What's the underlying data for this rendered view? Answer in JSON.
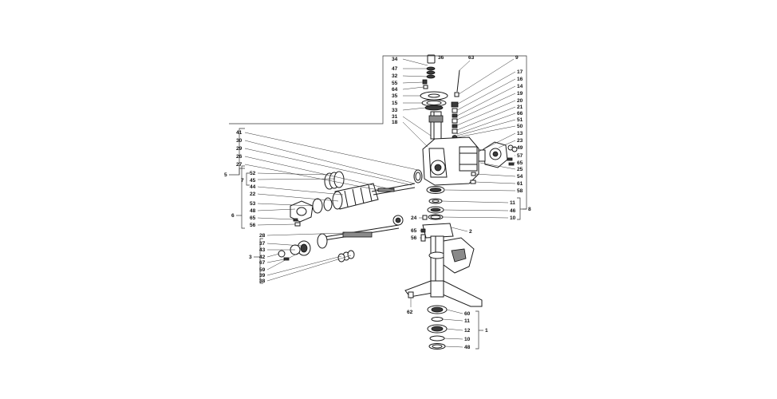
{
  "callouts": [
    {
      "id": "34",
      "text": "34"
    },
    {
      "id": "36",
      "text": "36"
    },
    {
      "id": "63",
      "text": "63"
    },
    {
      "id": "9",
      "text": "9"
    },
    {
      "id": "47",
      "text": "47"
    },
    {
      "id": "32",
      "text": "32"
    },
    {
      "id": "55",
      "text": "55"
    },
    {
      "id": "64",
      "text": "64"
    },
    {
      "id": "35",
      "text": "35"
    },
    {
      "id": "15",
      "text": "15"
    },
    {
      "id": "33",
      "text": "33"
    },
    {
      "id": "31",
      "text": "31"
    },
    {
      "id": "18",
      "text": "18"
    },
    {
      "id": "17",
      "text": "17"
    },
    {
      "id": "16",
      "text": "16"
    },
    {
      "id": "14",
      "text": "14"
    },
    {
      "id": "19",
      "text": "19"
    },
    {
      "id": "20",
      "text": "20"
    },
    {
      "id": "21",
      "text": "21"
    },
    {
      "id": "66",
      "text": "66"
    },
    {
      "id": "51",
      "text": "51"
    },
    {
      "id": "50",
      "text": "50"
    },
    {
      "id": "13",
      "text": "13"
    },
    {
      "id": "23",
      "text": "23"
    },
    {
      "id": "49",
      "text": "49"
    },
    {
      "id": "57",
      "text": "57"
    },
    {
      "id": "65",
      "text": "65"
    },
    {
      "id": "25",
      "text": "25"
    },
    {
      "id": "54",
      "text": "54"
    },
    {
      "id": "61",
      "text": "61"
    },
    {
      "id": "58",
      "text": "58"
    },
    {
      "id": "11",
      "text": "11"
    },
    {
      "id": "46",
      "text": "46"
    },
    {
      "id": "10",
      "text": "10"
    },
    {
      "id": "8",
      "text": "8"
    },
    {
      "id": "24",
      "text": "24"
    },
    {
      "id": "2",
      "text": "2"
    },
    {
      "id": "65b",
      "text": "65"
    },
    {
      "id": "56",
      "text": "56"
    },
    {
      "id": "41",
      "text": "41"
    },
    {
      "id": "30",
      "text": "30"
    },
    {
      "id": "29",
      "text": "29"
    },
    {
      "id": "26",
      "text": "26"
    },
    {
      "id": "27",
      "text": "27"
    },
    {
      "id": "52",
      "text": "52"
    },
    {
      "id": "45",
      "text": "45"
    },
    {
      "id": "44",
      "text": "44"
    },
    {
      "id": "22",
      "text": "22"
    },
    {
      "id": "5",
      "text": "5"
    },
    {
      "id": "7",
      "text": "7"
    },
    {
      "id": "53",
      "text": "53"
    },
    {
      "id": "48",
      "text": "48"
    },
    {
      "id": "65c",
      "text": "65"
    },
    {
      "id": "56b",
      "text": "56"
    },
    {
      "id": "6",
      "text": "6"
    },
    {
      "id": "28",
      "text": "28"
    },
    {
      "id": "37",
      "text": "37"
    },
    {
      "id": "43",
      "text": "43"
    },
    {
      "id": "42",
      "text": "42"
    },
    {
      "id": "67",
      "text": "67"
    },
    {
      "id": "3",
      "text": "3"
    },
    {
      "id": "59",
      "text": "59"
    },
    {
      "id": "39",
      "text": "39"
    },
    {
      "id": "38",
      "text": "38"
    },
    {
      "id": "62",
      "text": "62"
    },
    {
      "id": "60",
      "text": "60"
    },
    {
      "id": "11b",
      "text": "11"
    },
    {
      "id": "12",
      "text": "12"
    },
    {
      "id": "10b",
      "text": "10"
    },
    {
      "id": "48b",
      "text": "48"
    },
    {
      "id": "1",
      "text": "1"
    }
  ]
}
